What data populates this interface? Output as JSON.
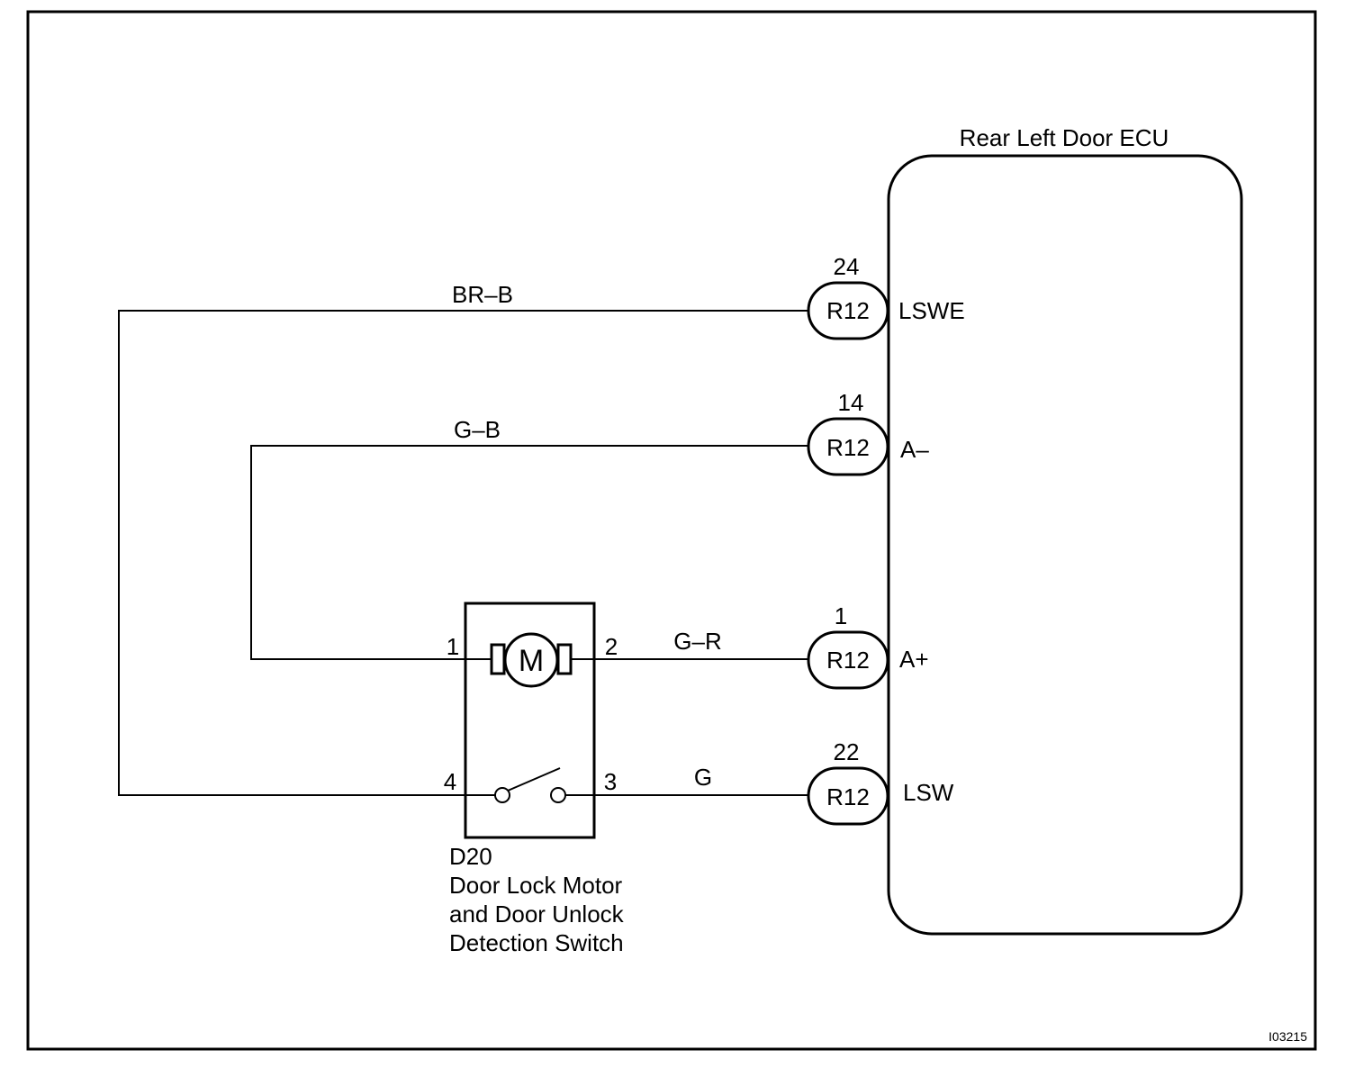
{
  "ecu": {
    "title": "Rear Left Door ECU",
    "terminals": [
      {
        "pin": "24",
        "connector": "R12",
        "name": "LSWE",
        "wire": "BR–B"
      },
      {
        "pin": "14",
        "connector": "R12",
        "name": "A–",
        "wire": "G–B"
      },
      {
        "pin": "1",
        "connector": "R12",
        "name": "A+",
        "wire": "G–R"
      },
      {
        "pin": "22",
        "connector": "R12",
        "name": "LSW",
        "wire": "G"
      }
    ]
  },
  "component": {
    "code": "D20",
    "name_lines": [
      "Door Lock Motor",
      "and Door Unlock",
      "Detection Switch"
    ],
    "motor_symbol": "M",
    "pins": {
      "motor_left": "1",
      "motor_right": "2",
      "switch_left": "4",
      "switch_right": "3"
    }
  },
  "figure_id": "I03215"
}
